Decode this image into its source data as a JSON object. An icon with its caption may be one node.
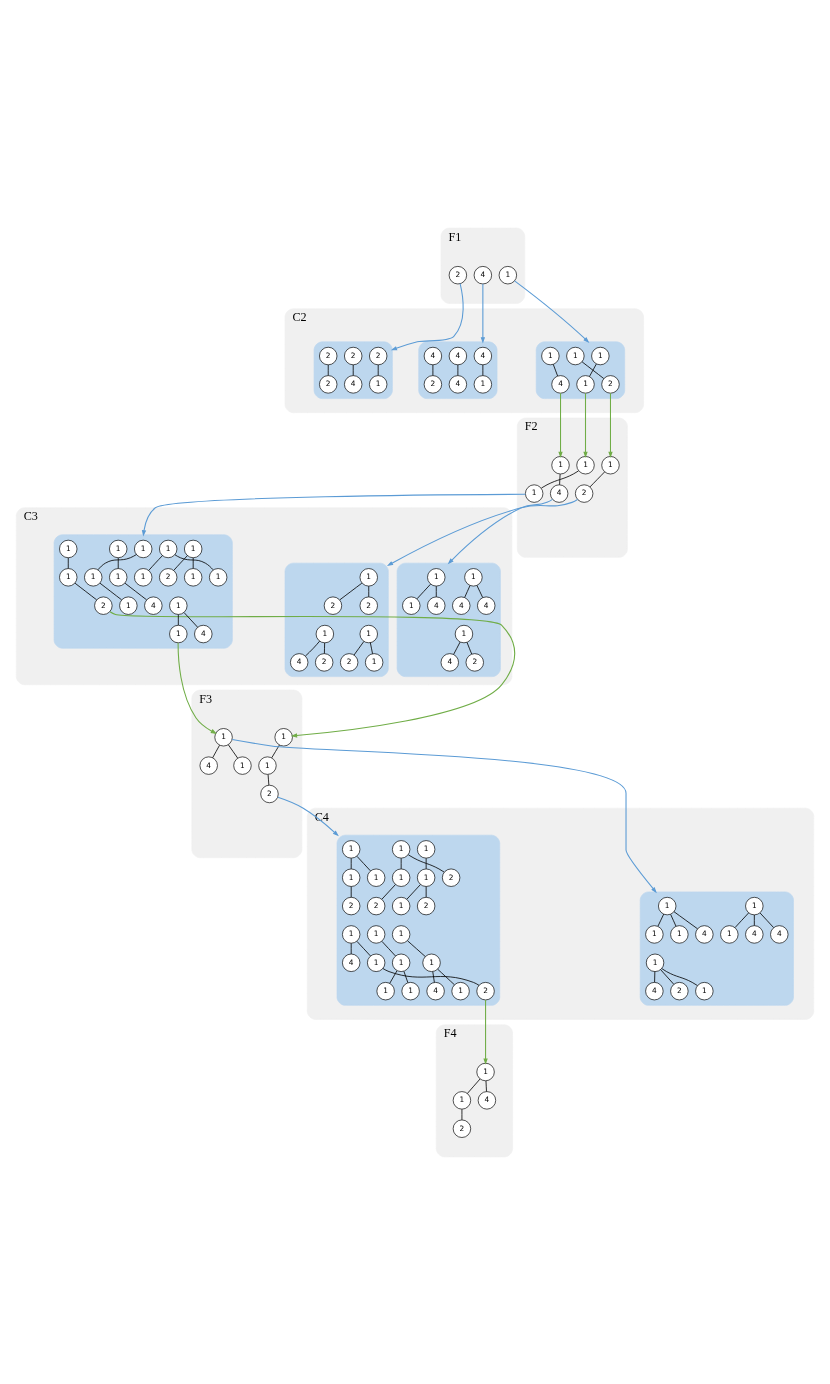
{
  "diagram": {
    "nodes": [
      {
        "text": [
          "F1"
        ]
      },
      {
        "text": [
          "1"
        ],
        "in": 0
      },
      {
        "text": [
          "2"
        ],
        "in": 0
      },
      {
        "text": [
          "4"
        ],
        "in": 0
      },
      {
        "text": [
          "C2"
        ]
      },
      {
        "text": [],
        "shape": "box",
        "in": 4
      },
      {
        "text": [
          "1"
        ],
        "in": 5
      },
      {
        "text": [
          "1"
        ],
        "in": 5
      },
      {
        "text": [
          "1"
        ],
        "in": 5
      },
      {
        "text": [
          "2"
        ],
        "in": 5
      },
      {
        "text": [
          "1"
        ],
        "in": 5
      },
      {
        "text": [
          "4"
        ],
        "in": 5
      },
      {
        "text": [],
        "shape": "box",
        "in": 4
      },
      {
        "text": [
          "2"
        ],
        "in": 12
      },
      {
        "text": [
          "1"
        ],
        "in": 12
      },
      {
        "text": [
          "2"
        ],
        "in": 12
      },
      {
        "text": [
          "2"
        ],
        "in": 12
      },
      {
        "text": [
          "2"
        ],
        "in": 12
      },
      {
        "text": [
          "4"
        ],
        "in": 12
      },
      {
        "text": [],
        "shape": "box",
        "in": 4
      },
      {
        "text": [
          "4"
        ],
        "in": 19
      },
      {
        "text": [
          "1"
        ],
        "in": 19
      },
      {
        "text": [
          "4"
        ],
        "in": 19
      },
      {
        "text": [
          "2"
        ],
        "in": 19
      },
      {
        "text": [
          "4"
        ],
        "in": 19
      },
      {
        "text": [
          "4"
        ],
        "in": 19
      },
      {
        "text": [
          "F2"
        ]
      },
      {
        "text": [
          "1"
        ],
        "in": 26
      },
      {
        "text": [
          "1"
        ],
        "in": 26
      },
      {
        "text": [
          "1"
        ],
        "in": 26
      },
      {
        "text": [
          "2"
        ],
        "in": 26
      },
      {
        "text": [
          "1"
        ],
        "in": 26
      },
      {
        "text": [
          "4"
        ],
        "in": 26
      },
      {
        "text": [
          "C3"
        ]
      },
      {
        "text": [],
        "shape": "box",
        "in": 33
      },
      {
        "text": [
          "1"
        ],
        "in": 34
      },
      {
        "text": [
          "1"
        ],
        "in": 34
      },
      {
        "text": [
          "1"
        ],
        "in": 34
      },
      {
        "text": [
          "1"
        ],
        "in": 34
      },
      {
        "text": [
          "1"
        ],
        "in": 34
      },
      {
        "text": [
          "2"
        ],
        "in": 34
      },
      {
        "text": [
          "1"
        ],
        "in": 34
      },
      {
        "text": [
          "1"
        ],
        "in": 34
      },
      {
        "text": [
          "4"
        ],
        "in": 34
      },
      {
        "text": [
          "1"
        ],
        "in": 34
      },
      {
        "text": [
          "1"
        ],
        "in": 34
      },
      {
        "text": [
          "1"
        ],
        "in": 34
      },
      {
        "text": [
          "1"
        ],
        "in": 34
      },
      {
        "text": [
          "1"
        ],
        "in": 34
      },
      {
        "text": [
          "2"
        ],
        "in": 34
      },
      {
        "text": [
          "1"
        ],
        "in": 34
      },
      {
        "text": [
          "1"
        ],
        "in": 34
      },
      {
        "text": [
          "4"
        ],
        "in": 34
      },
      {
        "text": [],
        "shape": "box",
        "in": 33
      },
      {
        "text": [
          "1"
        ],
        "in": 53
      },
      {
        "text": [
          "2"
        ],
        "in": 53
      },
      {
        "text": [
          "2"
        ],
        "in": 53
      },
      {
        "text": [
          "1"
        ],
        "in": 53
      },
      {
        "text": [
          "2"
        ],
        "in": 53
      },
      {
        "text": [
          "1"
        ],
        "in": 53
      },
      {
        "text": [
          "1"
        ],
        "in": 53
      },
      {
        "text": [
          "2"
        ],
        "in": 53
      },
      {
        "text": [
          "4"
        ],
        "in": 53
      },
      {
        "text": [],
        "shape": "box",
        "in": 33
      },
      {
        "text": [
          "1"
        ],
        "in": 63
      },
      {
        "text": [
          "4"
        ],
        "in": 63
      },
      {
        "text": [
          "1"
        ],
        "in": 63
      },
      {
        "text": [
          "1"
        ],
        "in": 63
      },
      {
        "text": [
          "4"
        ],
        "in": 63
      },
      {
        "text": [
          "4"
        ],
        "in": 63
      },
      {
        "text": [
          "1"
        ],
        "in": 63
      },
      {
        "text": [
          "4"
        ],
        "in": 63
      },
      {
        "text": [
          "2"
        ],
        "in": 63
      },
      {
        "text": [
          "F3"
        ]
      },
      {
        "text": [
          "1"
        ],
        "in": 73
      },
      {
        "text": [
          "1"
        ],
        "in": 73
      },
      {
        "text": [
          "2"
        ],
        "in": 73
      },
      {
        "text": [
          "1"
        ],
        "in": 73
      },
      {
        "text": [
          "1"
        ],
        "in": 73
      },
      {
        "text": [
          "4"
        ],
        "in": 73
      },
      {
        "text": [
          "C4"
        ]
      },
      {
        "text": [],
        "shape": "box",
        "in": 80
      },
      {
        "text": [
          "1"
        ],
        "in": 81
      },
      {
        "text": [
          "1"
        ],
        "in": 81
      },
      {
        "text": [
          "2"
        ],
        "in": 81
      },
      {
        "text": [
          "1"
        ],
        "in": 81
      },
      {
        "text": [
          "1"
        ],
        "in": 81
      },
      {
        "text": [
          "1"
        ],
        "in": 81
      },
      {
        "text": [
          "2"
        ],
        "in": 81
      },
      {
        "text": [
          "2"
        ],
        "in": 81
      },
      {
        "text": [
          "1"
        ],
        "in": 81
      },
      {
        "text": [
          "1"
        ],
        "in": 81
      },
      {
        "text": [
          "1"
        ],
        "in": 81
      },
      {
        "text": [
          "2"
        ],
        "in": 81
      },
      {
        "text": [
          "1"
        ],
        "in": 81
      },
      {
        "text": [
          "1"
        ],
        "in": 81
      },
      {
        "text": [
          "2"
        ],
        "in": 81
      },
      {
        "text": [
          "4"
        ],
        "in": 81
      },
      {
        "text": [
          "1"
        ],
        "in": 81
      },
      {
        "text": [
          "1"
        ],
        "in": 81
      },
      {
        "text": [
          "1"
        ],
        "in": 81
      },
      {
        "text": [
          "1"
        ],
        "in": 81
      },
      {
        "text": [
          "1"
        ],
        "in": 81
      },
      {
        "text": [
          "1"
        ],
        "in": 81
      },
      {
        "text": [
          "1"
        ],
        "in": 81
      },
      {
        "text": [
          "4"
        ],
        "in": 81
      },
      {
        "text": [],
        "shape": "box",
        "in": 80
      },
      {
        "text": [
          "1"
        ],
        "in": 106
      },
      {
        "text": [
          "1"
        ],
        "in": 106
      },
      {
        "text": [
          "4"
        ],
        "in": 106
      },
      {
        "text": [
          "1"
        ],
        "in": 106
      },
      {
        "text": [
          "1"
        ],
        "in": 106
      },
      {
        "text": [
          "1"
        ],
        "in": 106
      },
      {
        "text": [
          "4"
        ],
        "in": 106
      },
      {
        "text": [
          "4"
        ],
        "in": 106
      },
      {
        "text": [
          "1"
        ],
        "in": 106
      },
      {
        "text": [
          "1"
        ],
        "in": 106
      },
      {
        "text": [
          "4"
        ],
        "in": 106
      },
      {
        "text": [
          "2"
        ],
        "in": 106
      },
      {
        "text": [
          "F4"
        ]
      },
      {
        "text": [
          "1"
        ],
        "in": 119
      },
      {
        "text": [
          "1"
        ],
        "in": 119
      },
      {
        "text": [
          "2"
        ],
        "in": 119
      },
      {
        "text": [
          "4"
        ],
        "in": 119
      }
    ],
    "edges": [
      {
        "from": 1,
        "to": 5,
        "arrow": "to",
        "color": "#5b9bd5"
      },
      {
        "from": 2,
        "to": 12,
        "arrow": "to",
        "color": "#5b9bd5"
      },
      {
        "from": 3,
        "to": 19,
        "arrow": "to",
        "color": "#5b9bd5"
      },
      {
        "from": 6,
        "to": 7,
        "arrow": "none"
      },
      {
        "from": 8,
        "to": 9,
        "arrow": "none"
      },
      {
        "from": 10,
        "to": 11,
        "arrow": "none"
      },
      {
        "from": 13,
        "to": 14,
        "arrow": "none"
      },
      {
        "from": 15,
        "to": 16,
        "arrow": "none"
      },
      {
        "from": 17,
        "to": 18,
        "arrow": "none"
      },
      {
        "from": 20,
        "to": 21,
        "arrow": "none"
      },
      {
        "from": 22,
        "to": 23,
        "arrow": "none"
      },
      {
        "from": 24,
        "to": 25,
        "arrow": "none"
      },
      {
        "from": 7,
        "to": 27,
        "arrow": "to",
        "color": "#70ad47"
      },
      {
        "from": 9,
        "to": 29,
        "arrow": "to",
        "color": "#70ad47"
      },
      {
        "from": 11,
        "to": 31,
        "arrow": "to",
        "color": "#70ad47"
      },
      {
        "from": 27,
        "to": 28,
        "arrow": "none"
      },
      {
        "from": 29,
        "to": 30,
        "arrow": "none"
      },
      {
        "from": 31,
        "to": 32,
        "arrow": "none"
      },
      {
        "from": 28,
        "to": 34,
        "arrow": "to",
        "color": "#5b9bd5"
      },
      {
        "from": 30,
        "to": 53,
        "arrow": "to",
        "color": "#5b9bd5"
      },
      {
        "from": 32,
        "to": 63,
        "arrow": "to",
        "color": "#5b9bd5"
      },
      {
        "from": 35,
        "to": 36,
        "arrow": "none"
      },
      {
        "from": 36,
        "to": 37,
        "arrow": "none"
      },
      {
        "from": 38,
        "to": 39,
        "arrow": "none"
      },
      {
        "from": 39,
        "to": 40,
        "arrow": "none"
      },
      {
        "from": 41,
        "to": 42,
        "arrow": "none"
      },
      {
        "from": 42,
        "to": 43,
        "arrow": "none"
      },
      {
        "from": 44,
        "to": 45,
        "arrow": "none"
      },
      {
        "from": 44,
        "to": 46,
        "arrow": "none"
      },
      {
        "from": 47,
        "to": 48,
        "arrow": "none"
      },
      {
        "from": 47,
        "to": 49,
        "arrow": "none"
      },
      {
        "from": 50,
        "to": 51,
        "arrow": "none"
      },
      {
        "from": 50,
        "to": 52,
        "arrow": "none"
      },
      {
        "from": 54,
        "to": 55,
        "arrow": "none"
      },
      {
        "from": 54,
        "to": 56,
        "arrow": "none"
      },
      {
        "from": 57,
        "to": 58,
        "arrow": "none"
      },
      {
        "from": 57,
        "to": 59,
        "arrow": "none"
      },
      {
        "from": 60,
        "to": 61,
        "arrow": "none"
      },
      {
        "from": 60,
        "to": 62,
        "arrow": "none"
      },
      {
        "from": 64,
        "to": 65,
        "arrow": "none"
      },
      {
        "from": 64,
        "to": 66,
        "arrow": "none"
      },
      {
        "from": 67,
        "to": 68,
        "arrow": "none"
      },
      {
        "from": 67,
        "to": 69,
        "arrow": "none"
      },
      {
        "from": 70,
        "to": 71,
        "arrow": "none"
      },
      {
        "from": 70,
        "to": 72,
        "arrow": "none"
      },
      {
        "from": 40,
        "to": 74,
        "arrow": "to",
        "color": "#70ad47"
      },
      {
        "from": 51,
        "to": 77,
        "arrow": "to",
        "color": "#70ad47"
      },
      {
        "from": 74,
        "to": 75,
        "arrow": "none"
      },
      {
        "from": 75,
        "to": 76,
        "arrow": "none"
      },
      {
        "from": 77,
        "to": 78,
        "arrow": "none"
      },
      {
        "from": 77,
        "to": 79,
        "arrow": "none"
      },
      {
        "from": 76,
        "to": 81,
        "arrow": "to",
        "color": "#5b9bd5"
      },
      {
        "from": 77,
        "to": 106,
        "arrow": "to",
        "color": "#5b9bd5"
      },
      {
        "from": 82,
        "to": 83,
        "arrow": "none"
      },
      {
        "from": 83,
        "to": 84,
        "arrow": "none"
      },
      {
        "from": 82,
        "to": 85,
        "arrow": "none"
      },
      {
        "from": 86,
        "to": 87,
        "arrow": "none"
      },
      {
        "from": 87,
        "to": 88,
        "arrow": "none"
      },
      {
        "from": 86,
        "to": 89,
        "arrow": "none"
      },
      {
        "from": 90,
        "to": 91,
        "arrow": "none"
      },
      {
        "from": 91,
        "to": 92,
        "arrow": "none"
      },
      {
        "from": 91,
        "to": 93,
        "arrow": "none"
      },
      {
        "from": 94,
        "to": 95,
        "arrow": "none"
      },
      {
        "from": 95,
        "to": 96,
        "arrow": "none"
      },
      {
        "from": 94,
        "to": 97,
        "arrow": "none"
      },
      {
        "from": 98,
        "to": 99,
        "arrow": "none"
      },
      {
        "from": 99,
        "to": 100,
        "arrow": "none"
      },
      {
        "from": 99,
        "to": 101,
        "arrow": "none"
      },
      {
        "from": 102,
        "to": 103,
        "arrow": "none"
      },
      {
        "from": 103,
        "to": 104,
        "arrow": "none"
      },
      {
        "from": 103,
        "to": 105,
        "arrow": "none"
      },
      {
        "from": 107,
        "to": 108,
        "arrow": "none"
      },
      {
        "from": 107,
        "to": 109,
        "arrow": "none"
      },
      {
        "from": 107,
        "to": 110,
        "arrow": "none"
      },
      {
        "from": 111,
        "to": 112,
        "arrow": "none"
      },
      {
        "from": 111,
        "to": 113,
        "arrow": "none"
      },
      {
        "from": 111,
        "to": 114,
        "arrow": "none"
      },
      {
        "from": 115,
        "to": 116,
        "arrow": "none"
      },
      {
        "from": 115,
        "to": 117,
        "arrow": "none"
      },
      {
        "from": 115,
        "to": 118,
        "arrow": "none"
      },
      {
        "from": 96,
        "to": 120,
        "arrow": "to",
        "color": "#70ad47"
      },
      {
        "from": 120,
        "to": 121,
        "arrow": "none"
      },
      {
        "from": 121,
        "to": 122,
        "arrow": "none"
      },
      {
        "from": 120,
        "to": 123,
        "arrow": "none"
      }
    ]
  }
}
